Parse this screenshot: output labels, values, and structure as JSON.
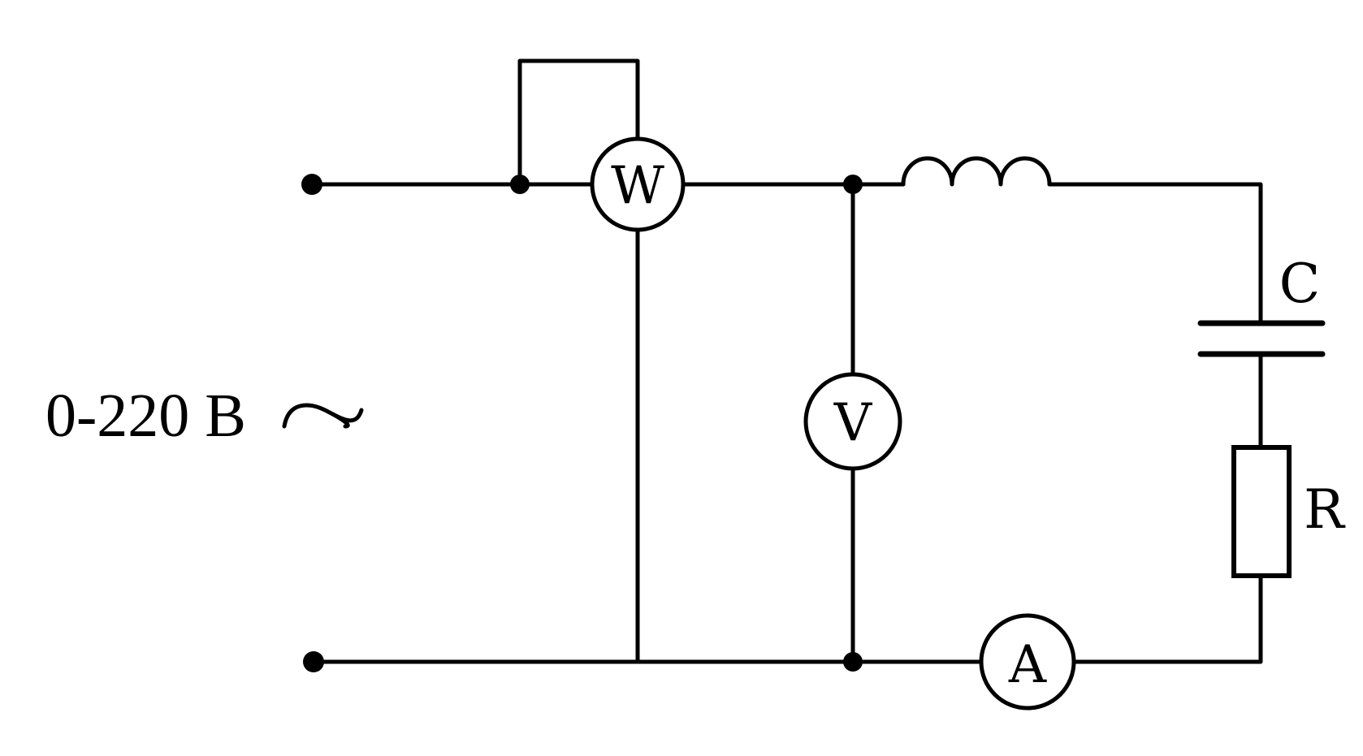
{
  "source": {
    "label": "0-220 В",
    "ac_symbol": "~"
  },
  "meters": {
    "wattmeter": "W",
    "voltmeter": "V",
    "ammeter": "A"
  },
  "components": {
    "capacitor": "C",
    "resistor": "R"
  }
}
